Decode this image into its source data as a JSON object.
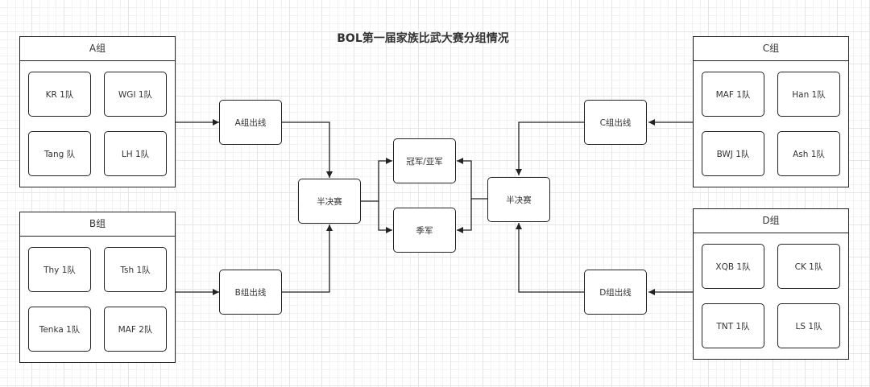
{
  "diagram": {
    "title": "BOL第一届家族比武大赛分组情况",
    "groups": [
      {
        "name": "A组",
        "teams": [
          "KR 1队",
          "WGI 1队",
          "Tang 队",
          "LH 1队"
        ]
      },
      {
        "name": "B组",
        "teams": [
          "Thy 1队",
          "Tsh 1队",
          "Tenka 1队",
          "MAF 2队"
        ]
      },
      {
        "name": "C组",
        "teams": [
          "MAF 1队",
          "Han 1队",
          "BWJ 1队",
          "Ash 1队"
        ]
      },
      {
        "name": "D组",
        "teams": [
          "XQB 1队",
          "CK 1队",
          "TNT 1队",
          "LS 1队"
        ]
      }
    ],
    "qualifiers": {
      "a": "A组出线",
      "b": "B组出线",
      "c": "C组出线",
      "d": "D组出线"
    },
    "semifinal_left": "半决赛",
    "semifinal_right": "半决赛",
    "final": "冠军/亚军",
    "third_place": "季军"
  },
  "colors": {
    "line": "#222222",
    "grid": "#e6e6e6"
  }
}
